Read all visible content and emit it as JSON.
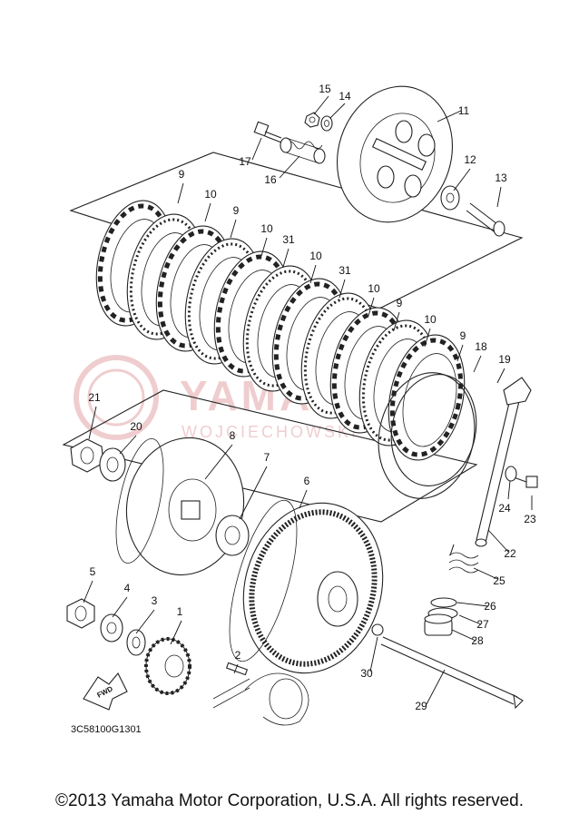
{
  "diagram": {
    "code": "3C58100G1301",
    "fwd_label": "FWD",
    "watermark": "YAMAHA",
    "watermark_sub": "WOJCIECHOWSKI",
    "watermark_color": "#e3a6a8",
    "callouts": [
      "1",
      "2",
      "3",
      "4",
      "5",
      "6",
      "7",
      "8",
      "9",
      "10",
      "11",
      "12",
      "13",
      "14",
      "15",
      "16",
      "17",
      "18",
      "19",
      "20",
      "21",
      "22",
      "23",
      "24",
      "25",
      "26",
      "27",
      "28",
      "29",
      "30",
      "31"
    ]
  },
  "footer": {
    "copyright": "©2013 Yamaha Motor Corporation, U.S.A. All rights reserved."
  }
}
